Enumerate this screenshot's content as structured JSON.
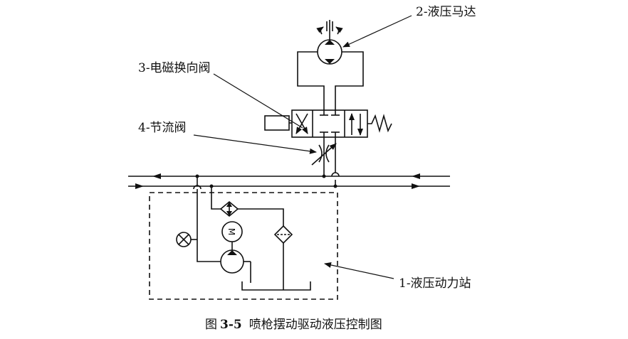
{
  "labels": {
    "hydraulic_motor": "2-液压马达",
    "solenoid_valve": "3-电磁换向阀",
    "throttle_valve": "4-节流阀",
    "power_station": "1-液压动力站"
  },
  "caption": {
    "prefix": "图",
    "number": "3-5",
    "title": "喷枪摆动驱动液压控制图"
  },
  "colors": {
    "ink": "#111111",
    "background": "#ffffff"
  }
}
